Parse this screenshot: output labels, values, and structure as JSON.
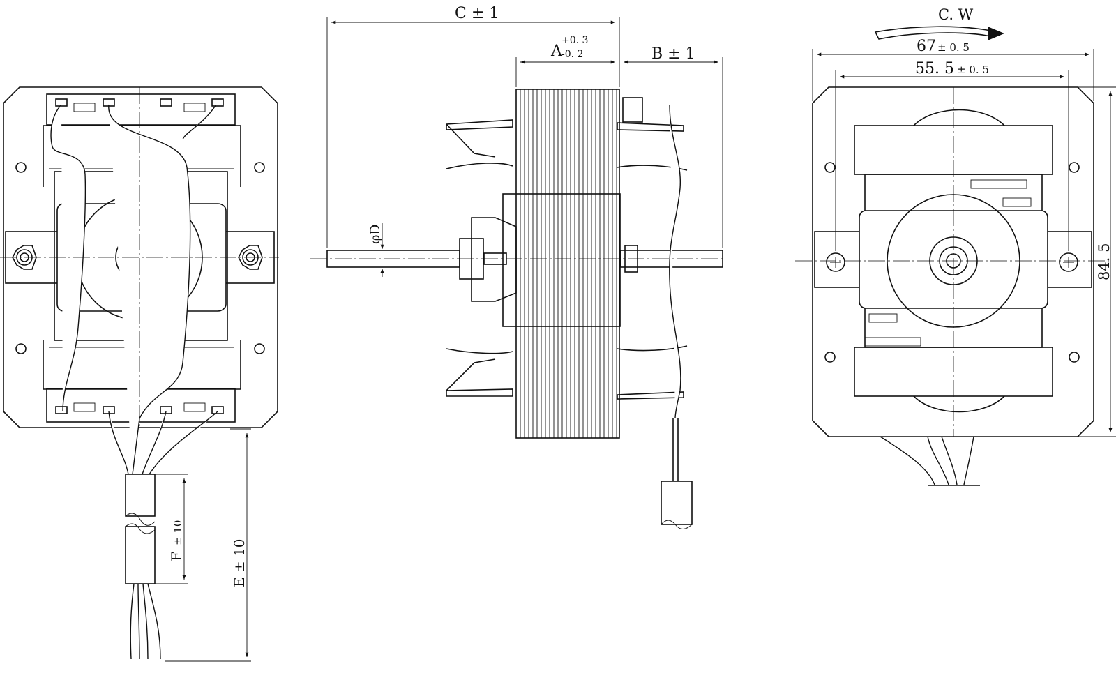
{
  "labels": {
    "dim_c": "C ± 1",
    "dim_a": "A",
    "dim_a_tol_upper": "+0. 3",
    "dim_a_tol_lower": "-0. 2",
    "dim_b": "B ± 1",
    "dim_d": "φD",
    "rotation": "C. W",
    "dim_67": "67",
    "dim_67_tol": "± 0. 5",
    "dim_55": "55. 5",
    "dim_55_tol": "± 0. 5",
    "dim_84": "84. 5",
    "dim_f": "F",
    "dim_f_tol": "± 10",
    "dim_e": "E ± 10"
  },
  "colors": {
    "line": "#111111",
    "background": "#ffffff"
  }
}
